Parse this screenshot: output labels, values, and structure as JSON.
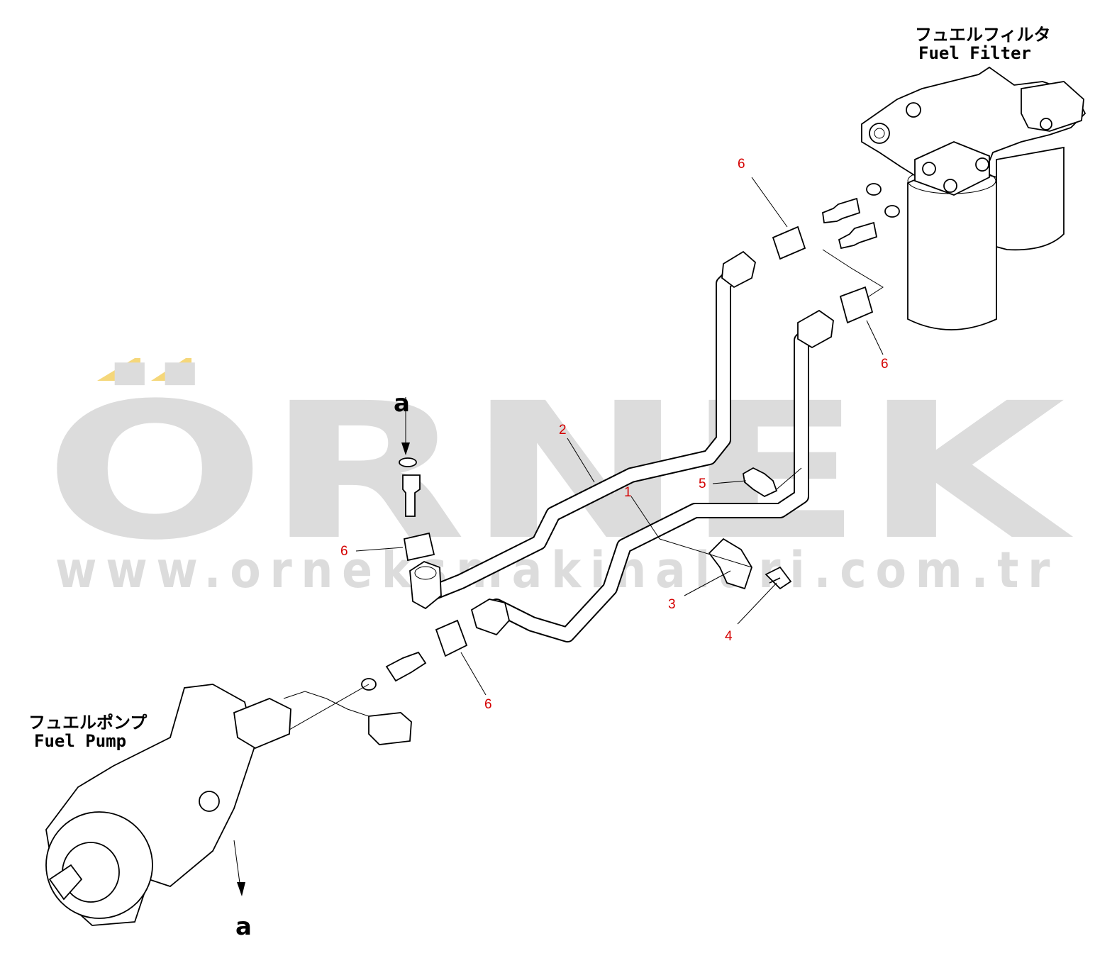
{
  "watermark": {
    "brand": "ÖRNEK",
    "url": "www.orneksmakinalari.com.tr",
    "accent_color": "#f5d77a",
    "text_color": "#dcdcdc"
  },
  "components": {
    "fuel_filter": {
      "label_jp": "フュエルフィルタ",
      "label_en": "Fuel Filter"
    },
    "fuel_pump": {
      "label_jp": "フュエルポンプ",
      "label_en": "Fuel Pump"
    }
  },
  "callouts": [
    "1",
    "2",
    "3",
    "4",
    "5",
    "6",
    "6",
    "6",
    "6"
  ],
  "references": {
    "top": "a",
    "bottom": "a"
  },
  "colors": {
    "callout": "#d40000",
    "line": "#000000"
  }
}
